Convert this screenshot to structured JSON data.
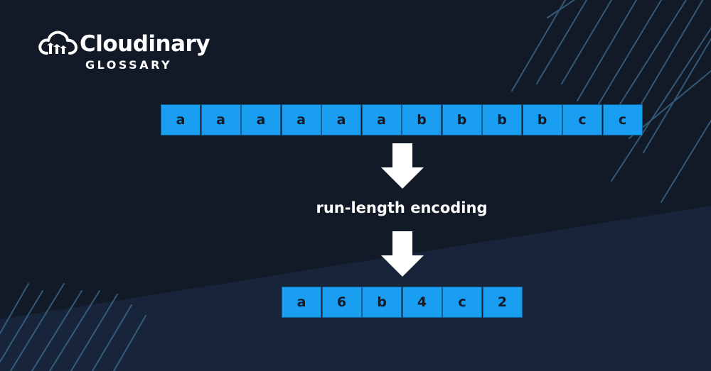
{
  "brand": {
    "name": "Cloudinary",
    "subtitle": "GLOSSARY",
    "logo_icon": "cloud-with-bars-icon"
  },
  "diagram": {
    "input": [
      "a",
      "a",
      "a",
      "a",
      "a",
      "a",
      "b",
      "b",
      "b",
      "b",
      "c",
      "c"
    ],
    "step_label": "run-length encoding",
    "output": [
      "a",
      "6",
      "b",
      "4",
      "c",
      "2"
    ],
    "arrow_icon": "down-arrow-icon"
  },
  "colors": {
    "background_dark": "#121a28",
    "background_light": "#17243a",
    "cell_fill": "#1a9ef2",
    "cell_text": "#101a28",
    "text": "#ffffff",
    "accent_lines": "#3f6f90"
  }
}
